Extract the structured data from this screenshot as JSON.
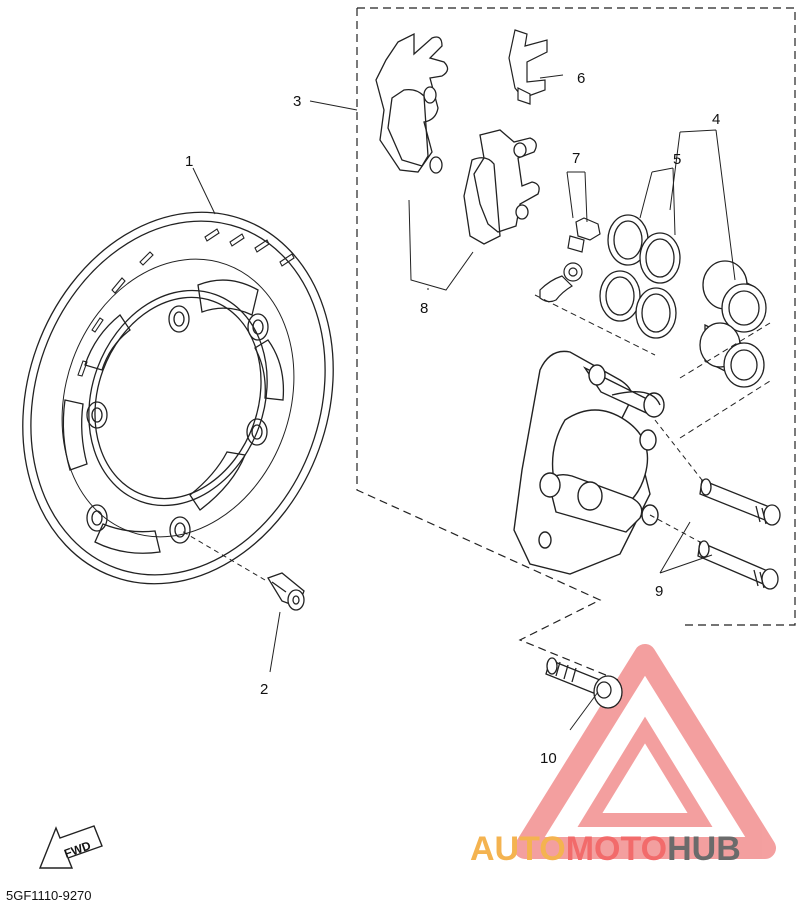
{
  "diagram": {
    "part_code": "5GF1110-9270",
    "fwd_label": "FWD",
    "callouts": [
      "1",
      "2",
      "3",
      "4",
      "5",
      "6",
      "7",
      "8",
      "9",
      "10"
    ]
  },
  "watermark": {
    "brand": {
      "part1": "AUTO",
      "part2": "MOTO",
      "part3": "HUB"
    },
    "colors": {
      "auto": "#f4b350",
      "moto": "#f26b6b",
      "hub": "#6b6b6b",
      "triangle": "#f08080"
    }
  }
}
